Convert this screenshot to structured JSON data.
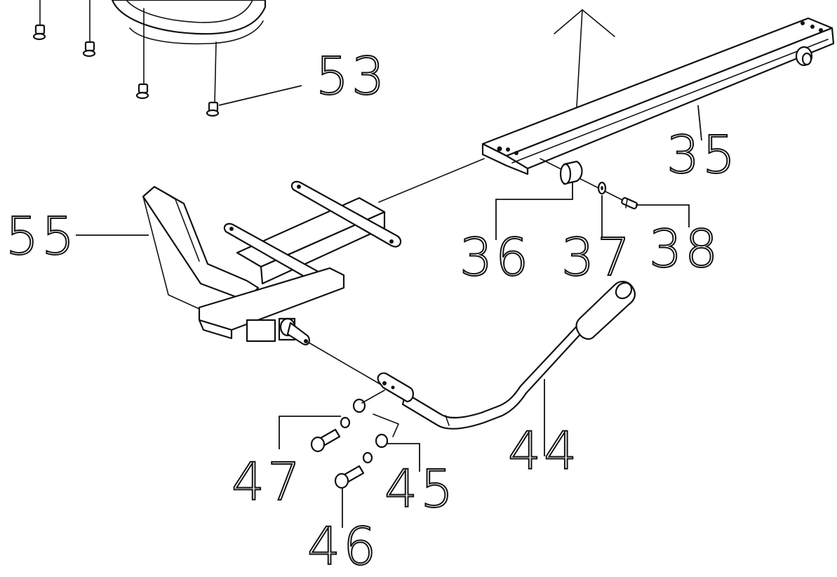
{
  "diagram": {
    "type": "exploded-assembly-drawing",
    "line_color": "#111111",
    "background": "#ffffff"
  },
  "callouts": {
    "p53": "53",
    "p35": "35",
    "p55": "55",
    "p36": "36",
    "p37": "37",
    "p38": "38",
    "p44": "44",
    "p47": "47",
    "p45": "45",
    "p46": "46"
  }
}
